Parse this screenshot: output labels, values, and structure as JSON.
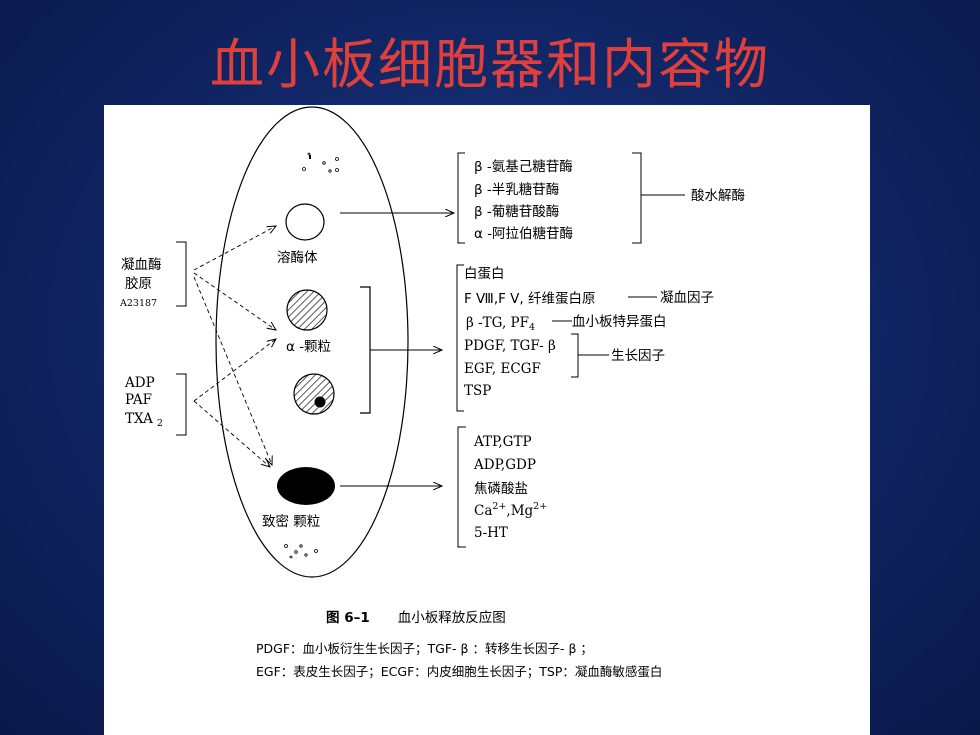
{
  "slide": {
    "title": "血小板细胞器和内容物"
  },
  "cell": {
    "lysosome_label": "溶酶体",
    "alpha_label": "α -颗粒",
    "dense_label": "致密 颗粒"
  },
  "stimuli": {
    "thrombin": "凝血酶",
    "collagen": "胶原",
    "a23187": "A23187",
    "adp": "ADP",
    "paf": "PAF",
    "txa2": "TXA",
    "txa2_sub": "2"
  },
  "acid_hydrolases": {
    "items": [
      "β -氨基己糖苷酶",
      "β -半乳糖苷酶",
      "β -葡糖苷酸酶",
      "α -阿拉伯糖苷酶"
    ],
    "label": "酸水解酶"
  },
  "alpha_contents": {
    "albumin": "白蛋白",
    "coag_factors": "F  Ⅷ,F  V, 纤维蛋白原",
    "coag_label": "凝血因子",
    "btg": "β -TG, PF",
    "btg_sub": "4",
    "btg_label": "血小板特异蛋白",
    "pdgf": "PDGF, TGF- β",
    "egf": "EGF, ECGF",
    "growth_label": "生长因子",
    "tsp": "TSP"
  },
  "dense_contents": {
    "atp": "ATP,GTP",
    "adp": "ADP,GDP",
    "ppi": "焦磷酸盐",
    "ca": "Ca",
    "ca_sup": "2+",
    "mg": ",Mg",
    "mg_sup": "2+",
    "ht": "5-HT"
  },
  "caption": {
    "fig_no": "图 6–1",
    "title": "血小板释放反应图",
    "note1": "PDGF：血小板衍生生长因子；TGF- β ：转移生长因子- β ；",
    "note2": "EGF：表皮生长因子；ECGF：内皮细胞生长因子；TSP：凝血酶敏感蛋白"
  }
}
